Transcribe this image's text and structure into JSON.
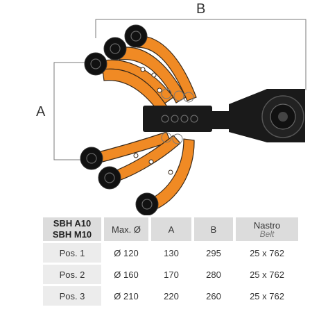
{
  "dimensions": {
    "a_label": "A",
    "b_label": "B"
  },
  "table": {
    "model_lines": [
      "SBH A10",
      "SBH M10"
    ],
    "headers": [
      "Max. Ø",
      "A",
      "B"
    ],
    "belt_header": {
      "main": "Nastro",
      "sub": "Belt"
    },
    "rows": [
      {
        "pos": "Pos. 1",
        "max": "Ø 120",
        "a": "130",
        "b": "295",
        "belt": "25 x 762"
      },
      {
        "pos": "Pos. 2",
        "max": "Ø 160",
        "a": "170",
        "b": "280",
        "belt": "25 x 762"
      },
      {
        "pos": "Pos. 3",
        "max": "Ø 210",
        "a": "220",
        "b": "260",
        "belt": "25 x 762"
      }
    ]
  },
  "colors": {
    "arm": "#f08a24",
    "arm_stroke": "#3a2a1a",
    "body": "#1a1a1a",
    "wheel": "#111111",
    "dim_line": "#7a7a7a"
  }
}
